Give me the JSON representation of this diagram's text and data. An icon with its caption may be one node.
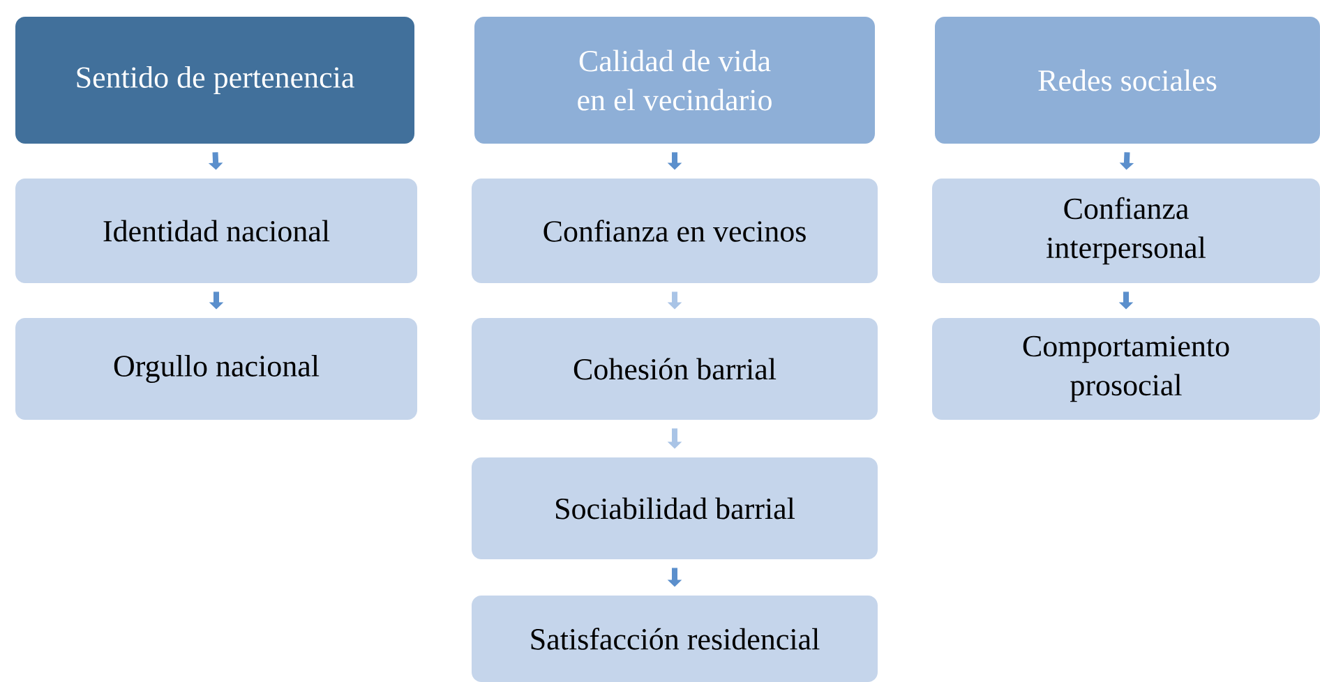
{
  "diagram": {
    "nodes": [
      {
        "text": [
          "Sentido de pertenencia"
        ]
      },
      {
        "text": [
          "Identidad nacional"
        ]
      },
      {
        "text": [
          "Orgullo nacional"
        ]
      },
      {
        "text": [
          "Calidad de vida en el vecindario"
        ]
      },
      {
        "text": [
          "Confianza en vecinos"
        ]
      },
      {
        "text": [
          "Cohesión barrial"
        ]
      },
      {
        "text": [
          "Sociabilidad barrial"
        ]
      },
      {
        "text": [
          "Satisfacción residencial"
        ]
      },
      {
        "text": [
          "Redes sociales"
        ]
      },
      {
        "text": [
          "Confianza interpersonal"
        ]
      },
      {
        "text": [
          "Comportamiento prosocial"
        ]
      }
    ],
    "edges": [
      {
        "from": 0,
        "to": 1,
        "arrow": "to"
      },
      {
        "from": 1,
        "to": 2,
        "arrow": "to"
      },
      {
        "from": 3,
        "to": 4,
        "arrow": "to"
      },
      {
        "from": 4,
        "to": 5,
        "arrow": "to",
        "color": "#a9c4e6"
      },
      {
        "from": 5,
        "to": 6,
        "arrow": "to",
        "color": "#a9c4e6"
      },
      {
        "from": 6,
        "to": 7,
        "arrow": "to"
      },
      {
        "from": 8,
        "to": 9,
        "arrow": "to"
      },
      {
        "from": 9,
        "to": 10,
        "arrow": "to"
      }
    ]
  }
}
